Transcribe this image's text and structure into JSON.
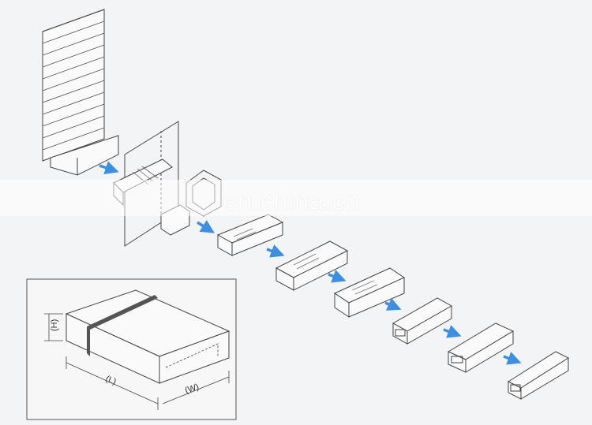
{
  "watermark": "en.china.cn",
  "dimension_labels": {
    "height": "(H)",
    "length": "(L)",
    "width": "(W)"
  },
  "colors": {
    "arrow": "#3f8fe0",
    "line": "#444444",
    "background": "#f3f4f6",
    "band": "#555555"
  },
  "icons": [
    "flow-arrow-icon"
  ]
}
